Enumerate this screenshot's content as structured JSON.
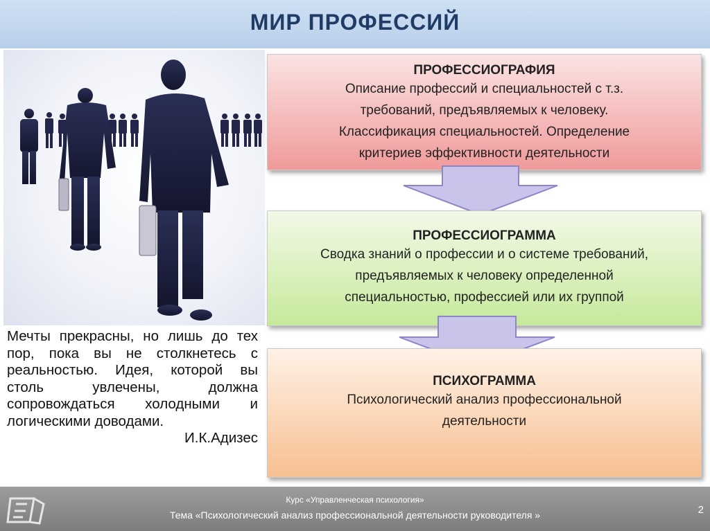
{
  "header": {
    "title": "МИР  ПРОФЕССИЙ"
  },
  "quote": {
    "text": "Мечты прекрасны, но лишь до тех пор, пока вы не столкнетесь с реальностью. Идея, которой вы столь увлечены, должна сопровождаться холодными и логическими доводами.",
    "author": "И.К.Адизес"
  },
  "boxes": [
    {
      "title": "ПРОФЕССИОГРАФИЯ",
      "lines": [
        "Описание  профессий  и  специальностей  с  т.з.",
        "требований, предъявляемых  к  человеку.",
        "Классификация  специальностей.  Определение",
        "критериев    эффективности  деятельности"
      ]
    },
    {
      "title": "ПРОФЕССИОГРАММА",
      "lines": [
        "Сводка  знаний  о профессии и о системе  требований,",
        "предъявляемых  к человеку  определенной",
        "специальностью,  профессией или  их  группой"
      ]
    },
    {
      "title": "ПСИХОГРАММА",
      "lines": [
        "Психологический  анализ  профессиональной",
        "деятельности"
      ]
    }
  ],
  "footer": {
    "course": "Курс «Управленческая  психология»",
    "topic": "Тема «Психологический  анализ  профессиональной  деятельности  руководителя »",
    "page": "2"
  },
  "colors": {
    "header_text": "#1f3b66",
    "arrow_fill": "#c9c4ea",
    "arrow_stroke": "#8c86c8"
  },
  "icons": {
    "photo": "businessmen-walking-image",
    "logo": "university-logo-icon"
  }
}
